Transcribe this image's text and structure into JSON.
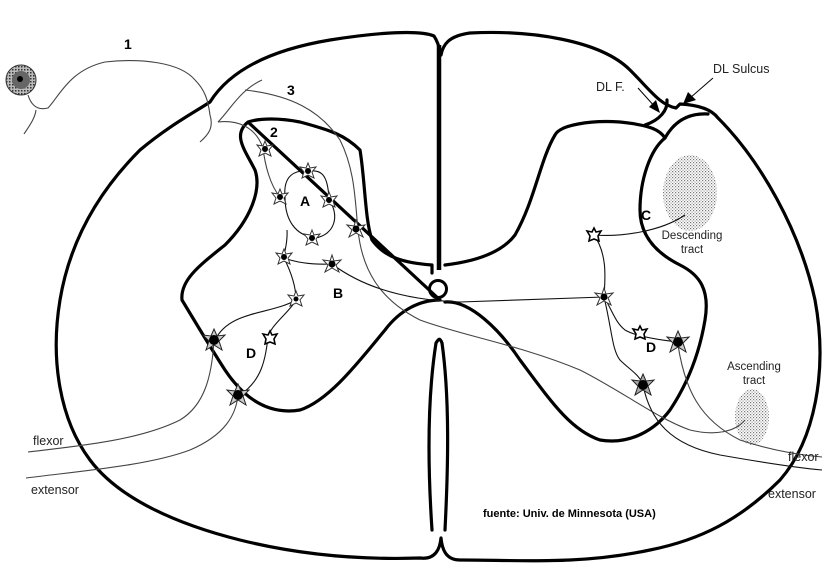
{
  "diagram": {
    "subject": "Spinal cord cross-section with reflex circuits and tracts",
    "labels": {
      "fiber_1": "1",
      "fiber_2": "2",
      "fiber_3": "3",
      "region_A": "A",
      "region_B": "B",
      "region_C": "C",
      "region_D_left": "D",
      "region_D_right": "D",
      "dl_fasciculus": "DL F.",
      "dl_sulcus": "DL Sulcus",
      "descending_tract_line1": "Descending",
      "descending_tract_line2": "tract",
      "ascending_tract_line1": "Ascending",
      "ascending_tract_line2": "tract",
      "flexor_left": "flexor",
      "extensor_left": "extensor",
      "flexor_right": "flexor",
      "extensor_right": "extensor"
    },
    "credit": "fuente: Univ. de Minnesota (USA)",
    "icons": {
      "dorsal_root_ganglion": "ganglion-cell-icon",
      "neuron": "star-neuron-icon",
      "central_canal": "circle-outline"
    },
    "colors": {
      "outline": "#000000",
      "fiber": "#444444",
      "tract_stipple": "#888888",
      "background": "#ffffff"
    }
  }
}
